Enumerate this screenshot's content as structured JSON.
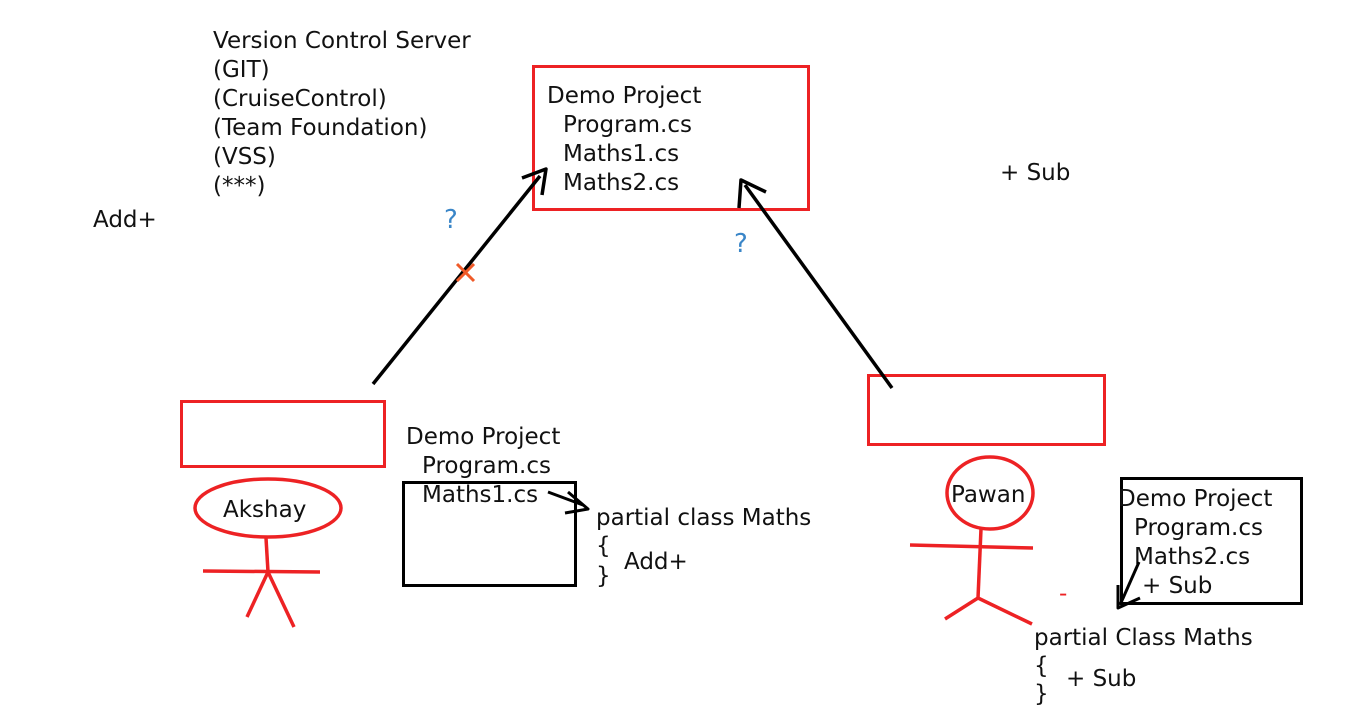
{
  "vcs": {
    "lines": [
      "Version Control Server",
      "(GIT)",
      "(CruiseControl)",
      "(Team Foundation)",
      "(VSS)",
      "(***)"
    ]
  },
  "notes": {
    "add_top": "Add+",
    "sub_top": "+ Sub",
    "question_left": "?",
    "question_right": "?",
    "minus": "-"
  },
  "server_project": {
    "title": "Demo Project",
    "files": [
      "Program.cs",
      "Maths1.cs",
      "Maths2.cs"
    ]
  },
  "akshay": {
    "name": "Akshay",
    "project_title": "Demo Project",
    "files": [
      "Program.cs",
      "Maths1.cs"
    ],
    "class_decl": "partial class Maths",
    "brace_open": "{",
    "brace_close": "}",
    "member": "Add+"
  },
  "pawan": {
    "name": "Pawan",
    "project_title": "Demo Project",
    "files": [
      "Program.cs",
      "Maths2.cs"
    ],
    "extra": "+ Sub",
    "class_decl": "partial Class Maths",
    "brace_open": "{",
    "brace_close": "}",
    "member": "+ Sub"
  },
  "colors": {
    "red": "#ed2224",
    "black": "#000000",
    "blue": "#3a86c8",
    "orange_x": "#f05a28"
  }
}
